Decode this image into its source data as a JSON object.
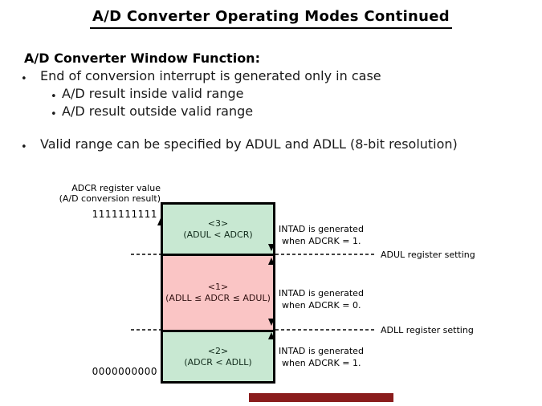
{
  "slide": {
    "title": "A/D Converter Operating Modes Continued",
    "heading": "A/D Converter Window Function:",
    "bullet_char": "•",
    "bullets": [
      {
        "level": 1,
        "text": "End of conversion interrupt is generated only in case"
      },
      {
        "level": 2,
        "text": "A/D result inside valid range"
      },
      {
        "level": 2,
        "text": "A/D result outside valid range"
      },
      {
        "level": 1,
        "text": "Valid range can be specified by ADUL and ADLL (8-bit resolution)"
      }
    ]
  },
  "diagram": {
    "axis_label_line1": "ADCR register value",
    "axis_label_line2": "(A/D conversion result)",
    "max_value": "1111111111",
    "min_value": "0000000000",
    "regions": [
      {
        "id": "<3>",
        "condition": "(ADUL < ADCR)",
        "color": "#c8e8d2",
        "note_line1": "INTAD is generated",
        "note_line2": "when ADCRK = 1."
      },
      {
        "id": "<1>",
        "condition": "(ADLL ≤ ADCR ≤ ADUL)",
        "color": "#fac5c5",
        "note_line1": "INTAD is generated",
        "note_line2": "when ADCRK = 0."
      },
      {
        "id": "<2>",
        "condition": "(ADCR < ADLL)",
        "color": "#c8e8d2",
        "note_line1": "INTAD is generated",
        "note_line2": "when ADCRK = 1."
      }
    ],
    "thresholds": [
      {
        "label": "ADUL register setting"
      },
      {
        "label": "ADLL register setting"
      }
    ],
    "colors": {
      "green": "#c8e8d2",
      "pink": "#fac5c5",
      "border": "#000000"
    }
  },
  "footer": {
    "progress_bar_color": "#8a1c1c"
  }
}
